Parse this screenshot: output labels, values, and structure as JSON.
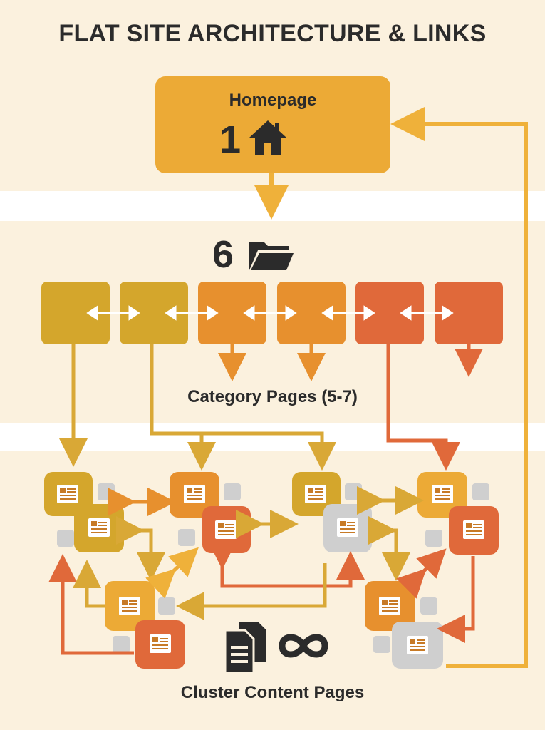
{
  "title": "FLAT SITE ARCHITECTURE & LINKS",
  "homepage": {
    "label": "Homepage",
    "count": "1",
    "icon": "house-icon"
  },
  "categories": {
    "count": "6",
    "icon": "folder-icon",
    "label": "Category Pages (5-7)",
    "colors": [
      "#d4a62c",
      "#d4a62c",
      "#e7902e",
      "#e7902e",
      "#e0693a",
      "#e0693a"
    ]
  },
  "clusters": {
    "label": "Cluster Content Pages",
    "icons": [
      "documents-icon",
      "infinity-icon"
    ]
  },
  "colors": {
    "background": "#fbf1de",
    "gold": "#d4a62c",
    "orange": "#e7902e",
    "red_orange": "#e0693a",
    "gray": "#cfcfcf",
    "text": "#2b2b2b"
  }
}
